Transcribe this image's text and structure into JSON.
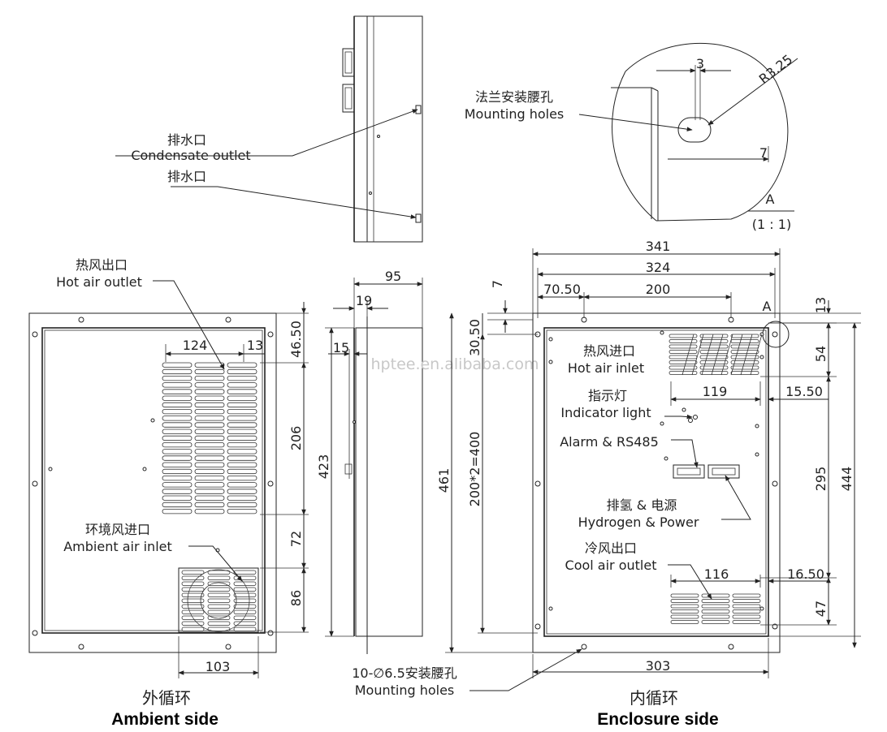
{
  "labels": {
    "condensate_outlet_cn": "排水口",
    "condensate_outlet_en": "Condensate outlet",
    "condensate_outlet2_cn": "排水口",
    "mounting_holes_top_cn": "法兰安装腰孔",
    "mounting_holes_top_en": "Mounting holes",
    "detail_title": "A",
    "detail_scale": "(1 : 1)",
    "hot_air_outlet_cn": "热风出口",
    "hot_air_outlet_en": "Hot air outlet",
    "ambient_air_inlet_cn": "环境风进口",
    "ambient_air_inlet_en": "Ambient air inlet",
    "hot_air_inlet_cn": "热风进口",
    "hot_air_inlet_en": "Hot air inlet",
    "indicator_cn": "指示灯",
    "indicator_en": "Indicator light",
    "alarm_en": "Alarm & RS485",
    "hydrogen_cn": "排氢 & 电源",
    "hydrogen_en": "Hydrogen  & Power",
    "cool_air_outlet_cn": "冷风出口",
    "cool_air_outlet_en": "Cool air outlet",
    "mounting_holes_bottom_cn": "10-∅6.5安装腰孔",
    "mounting_holes_bottom_en": "Mounting holes",
    "detail_marker": "A",
    "watermark": "hptee.en.alibaba.com"
  },
  "captions": {
    "ambient_cn": "外循环",
    "ambient_en": "Ambient side",
    "enclosure_cn": "内循环",
    "enclosure_en": "Enclosure side"
  },
  "dims": {
    "r325": "R3.25",
    "d3": "3",
    "d7": "7",
    "d124": "124",
    "d13a": "13",
    "d4650": "46.50",
    "d206": "206",
    "d72": "72",
    "d86": "86",
    "d103": "103",
    "d95": "95",
    "d19": "19",
    "d15": "15",
    "d423": "423",
    "d341": "341",
    "d324": "324",
    "d7b": "7",
    "d7050": "70.50",
    "d200": "200",
    "d13b": "13",
    "d3050": "30.50",
    "d54": "54",
    "d119": "119",
    "d1550": "15.50",
    "d461": "461",
    "d200x2": "200*2=400",
    "d295": "295",
    "d444": "444",
    "d116": "116",
    "d1650": "16.50",
    "d47": "47",
    "d303": "303"
  }
}
